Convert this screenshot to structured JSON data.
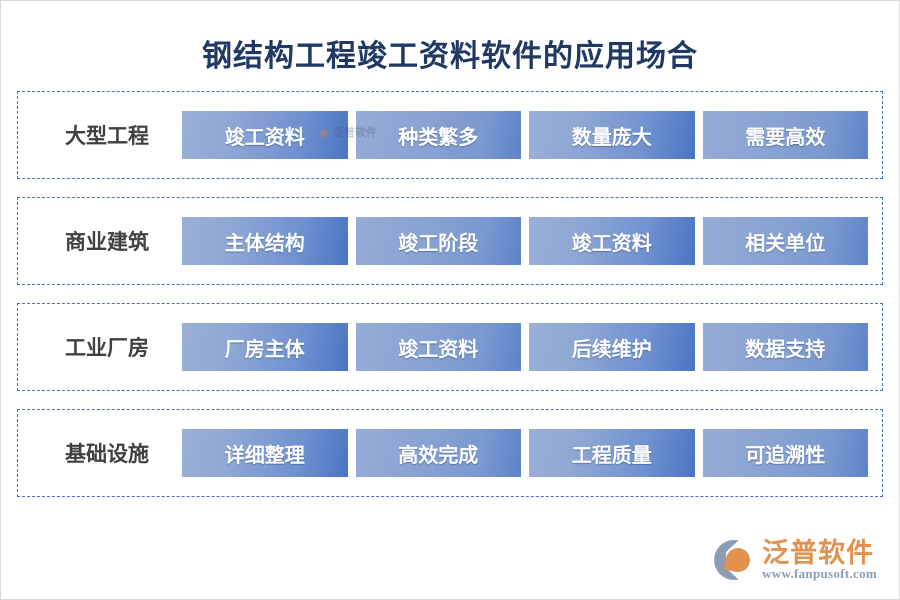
{
  "title": "钢结构工程竣工资料软件的应用场合",
  "colors": {
    "title": "#1f3864",
    "row_border": "#4472c4",
    "label_text": "#404040",
    "cell_gradient_start": "#9aafd8",
    "cell_gradient_end": "#4a74c4",
    "cell_text": "#ffffff",
    "brand_orange": "#e2924f",
    "brand_grey": "#8d9cb5"
  },
  "rows": [
    {
      "label": "大型工程",
      "cells": [
        "竣工资料",
        "种类繁多",
        "数量庞大",
        "需要高效"
      ]
    },
    {
      "label": "商业建筑",
      "cells": [
        "主体结构",
        "竣工阶段",
        "竣工资料",
        "相关单位"
      ]
    },
    {
      "label": "工业厂房",
      "cells": [
        "厂房主体",
        "竣工资料",
        "后续维护",
        "数据支持"
      ]
    },
    {
      "label": "基础设施",
      "cells": [
        "详细整理",
        "高效完成",
        "工程质量",
        "可追溯性"
      ]
    }
  ],
  "watermark": {
    "text": "泛普软件"
  },
  "brand": {
    "name": "泛普软件",
    "url": "www.fanpusoft.com"
  }
}
